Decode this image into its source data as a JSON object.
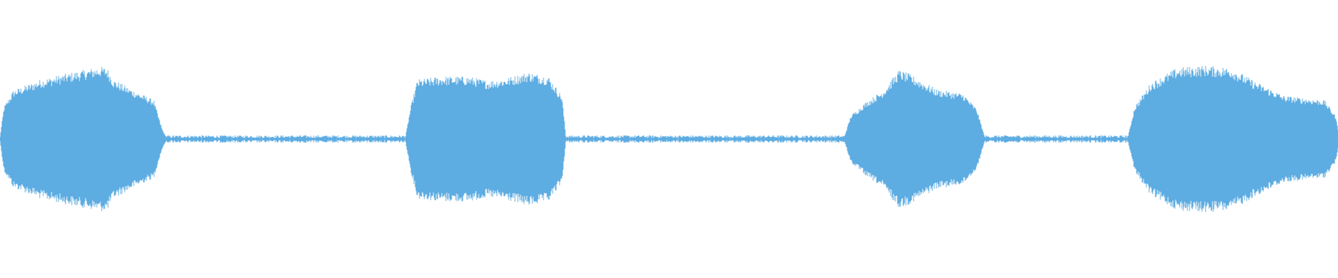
{
  "waveform": {
    "color": "#5DACE2",
    "background": "#FFFFFF",
    "segments": [
      {
        "kind": "voiced",
        "start": 0.0,
        "end": 0.124
      },
      {
        "kind": "silence",
        "start": 0.124,
        "end": 0.303
      },
      {
        "kind": "voiced",
        "start": 0.303,
        "end": 0.423
      },
      {
        "kind": "silence",
        "start": 0.423,
        "end": 0.631
      },
      {
        "kind": "voiced",
        "start": 0.631,
        "end": 0.736
      },
      {
        "kind": "silence",
        "start": 0.736,
        "end": 0.843
      },
      {
        "kind": "voiced",
        "start": 0.843,
        "end": 1.0
      }
    ],
    "envelope": [
      [
        0.0,
        0.02
      ],
      [
        0.003,
        0.3
      ],
      [
        0.01,
        0.45
      ],
      [
        0.03,
        0.55
      ],
      [
        0.055,
        0.62
      ],
      [
        0.075,
        0.67
      ],
      [
        0.08,
        0.66
      ],
      [
        0.085,
        0.55
      ],
      [
        0.1,
        0.45
      ],
      [
        0.115,
        0.36
      ],
      [
        0.121,
        0.1
      ],
      [
        0.124,
        0.02
      ],
      [
        0.303,
        0.02
      ],
      [
        0.307,
        0.3
      ],
      [
        0.312,
        0.55
      ],
      [
        0.33,
        0.58
      ],
      [
        0.35,
        0.58
      ],
      [
        0.365,
        0.54
      ],
      [
        0.38,
        0.57
      ],
      [
        0.395,
        0.62
      ],
      [
        0.41,
        0.58
      ],
      [
        0.42,
        0.4
      ],
      [
        0.423,
        0.02
      ],
      [
        0.631,
        0.02
      ],
      [
        0.636,
        0.22
      ],
      [
        0.648,
        0.35
      ],
      [
        0.66,
        0.45
      ],
      [
        0.672,
        0.64
      ],
      [
        0.68,
        0.6
      ],
      [
        0.7,
        0.46
      ],
      [
        0.72,
        0.42
      ],
      [
        0.73,
        0.28
      ],
      [
        0.736,
        0.02
      ],
      [
        0.843,
        0.02
      ],
      [
        0.848,
        0.3
      ],
      [
        0.86,
        0.52
      ],
      [
        0.88,
        0.66
      ],
      [
        0.9,
        0.68
      ],
      [
        0.92,
        0.66
      ],
      [
        0.94,
        0.52
      ],
      [
        0.96,
        0.4
      ],
      [
        0.975,
        0.38
      ],
      [
        0.99,
        0.36
      ],
      [
        0.998,
        0.22
      ],
      [
        1.0,
        0.1
      ]
    ],
    "silence_noise_level": 0.03
  }
}
